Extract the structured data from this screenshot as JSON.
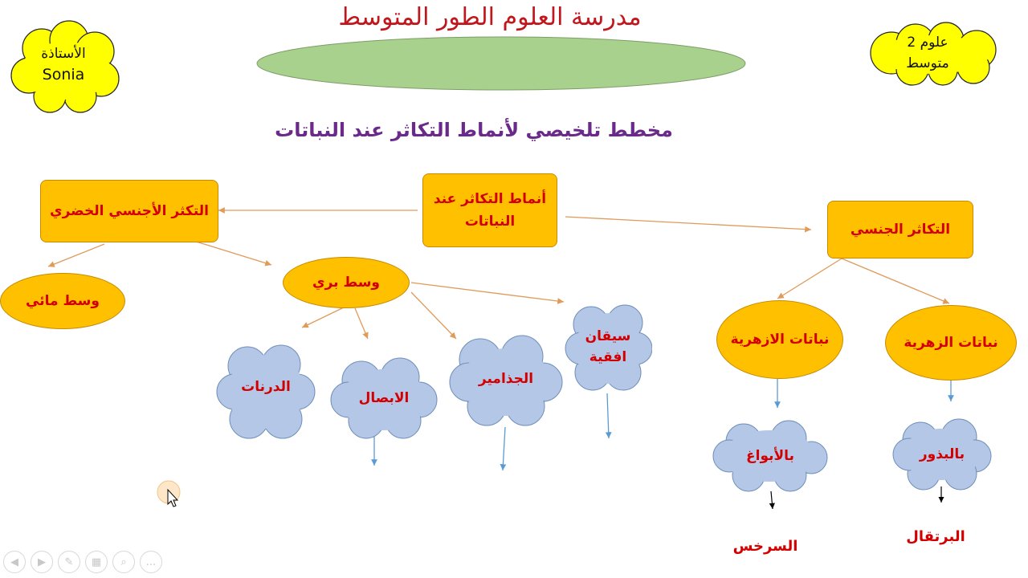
{
  "header": {
    "title": "مدرسة العلوم الطور المتوسط",
    "teacher_line1": "الأستاذة",
    "teacher_line2": "Sonia",
    "level_line1": "علوم 2",
    "level_line2": "متوسط"
  },
  "subtitle": "مخطط تلخيصي لأنماط التكاثر عند النباتات",
  "nodes": {
    "root": "أنماط التكاثر عند النباتات",
    "asexual": "التكثر الأجنسي الخضري",
    "sexual": "التكاثر الجنسي",
    "water": "وسط مائي",
    "land": "وسط بري",
    "tubers": "الدرنات",
    "bulbs": "الابصال",
    "roots": "الجذامير",
    "stems": "سيقان افقية",
    "nonflowering": "نباتات الازهرية",
    "flowering": "نباتات الزهرية",
    "spores": "بالأبواغ",
    "seeds": "بالبذور",
    "fern": "السرخس",
    "orange": "البرتقال"
  },
  "colors": {
    "accent_orange": "#ffc000",
    "text_red": "#d40000",
    "cloud_blue": "#b4c7e7",
    "oval_green": "#a9d18e",
    "bubble_yellow": "#ffff00",
    "title_red": "#c0161c",
    "subtitle_purple": "#6a2a8a"
  },
  "toolbar": {
    "icons": [
      "previous-icon",
      "next-icon",
      "pen-icon",
      "slides-icon",
      "zoom-icon",
      "more-icon"
    ],
    "more_label": "..."
  }
}
